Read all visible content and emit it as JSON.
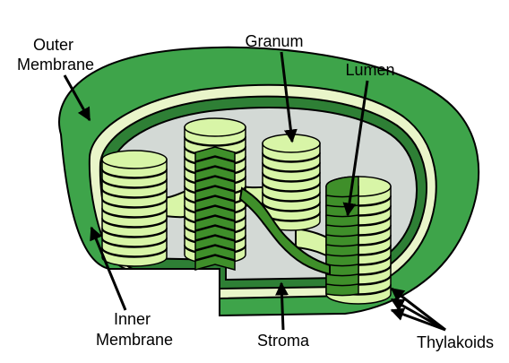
{
  "labels": {
    "outer_membrane": [
      "Outer",
      "Membrane"
    ],
    "granum": "Granum",
    "lumen": "Lumen",
    "inner_membrane": [
      "Inner",
      "Membrane"
    ],
    "stroma": "Stroma",
    "thylakoids": "Thylakoids"
  },
  "colors": {
    "outer_membrane": "#3ea44a",
    "inner_membrane": "#2e7f35",
    "intermembrane_space": "#e9f5c9",
    "stroma": "#d3d9d5",
    "thylakoid_light": "#d8f5a7",
    "thylakoid_dark": "#3f8f2a",
    "outline": "#000000"
  }
}
